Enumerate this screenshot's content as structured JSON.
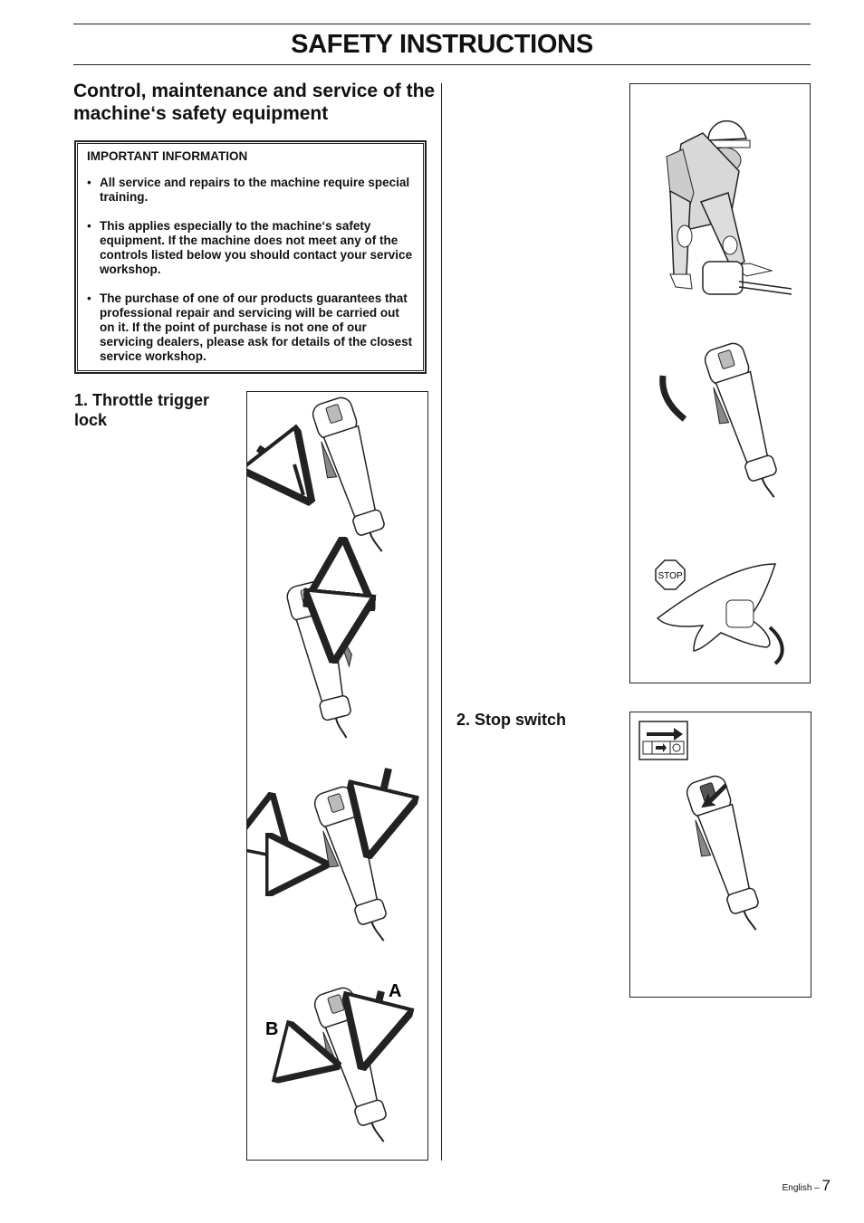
{
  "page": {
    "title": "SAFETY INSTRUCTIONS",
    "section_heading": "Control, maintenance and service of the machine‘s safety equipment",
    "footer": {
      "language": "English –",
      "page_number": "7"
    }
  },
  "important_info": {
    "heading": "IMPORTANT INFORMATION",
    "bullet_symbol": "•",
    "items": [
      "All service and repairs to the machine require special training.",
      "This applies especially to the machine‘s safety equipment. If the machine does not meet any of the controls listed below you should contact your service workshop.",
      "The purchase of one of our products guarantees that professional repair and servicing will be carried out on it. If the point of purchase is not one of our servicing dealers, please ask for details of the closest service workshop."
    ]
  },
  "sections": {
    "throttle_lock": {
      "heading": "1. Throttle trigger lock"
    },
    "stop_switch": {
      "heading": "2. Stop switch"
    }
  },
  "figures": {
    "throttle_labels": {
      "a": "A",
      "b": "B"
    },
    "stop_sign_text": "STOP"
  }
}
